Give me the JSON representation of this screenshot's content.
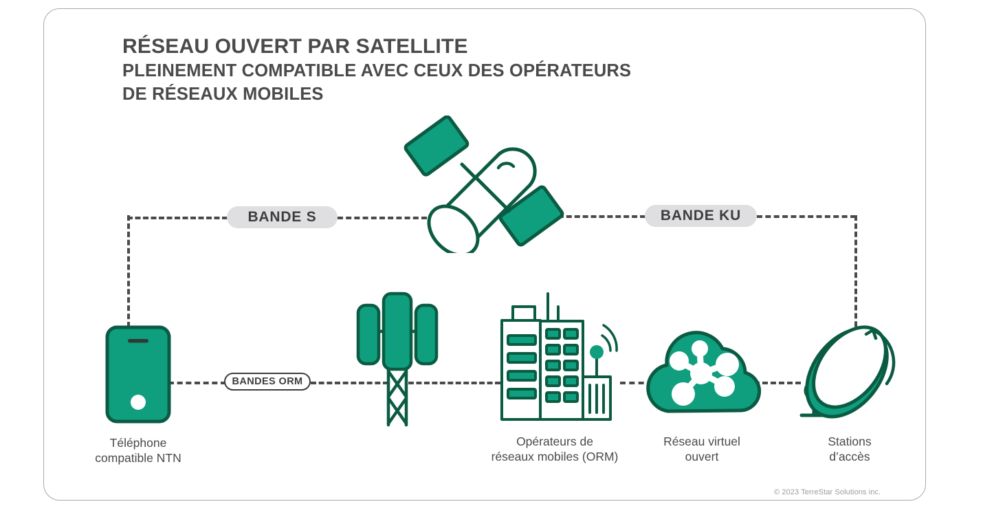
{
  "title": {
    "line1": "RÉSEAU OUVERT PAR SATELLITE",
    "line2": "PLEINEMENT COMPATIBLE AVEC CEUX DES OPÉRATEURS",
    "line3": "DE RÉSEAUX MOBILES"
  },
  "bands": {
    "s_band": "BANDE S",
    "ku_band": "BANDE KU",
    "mno_bands": "BANDES ORM"
  },
  "nodes": [
    {
      "id": "phone",
      "icon": "mobile-phone-icon",
      "caption": "Téléphone\ncompatible NTN"
    },
    {
      "id": "tower",
      "icon": "cell-tower-icon",
      "caption": ""
    },
    {
      "id": "orm",
      "icon": "city-buildings-icon",
      "caption": "Opérateurs de\nréseaux mobiles (ORM)"
    },
    {
      "id": "cloud",
      "icon": "network-cloud-icon",
      "caption": "Réseau virtuel\nouvert"
    },
    {
      "id": "station",
      "icon": "satellite-dish-icon",
      "caption": "Stations\nd’accès"
    },
    {
      "id": "satellite",
      "icon": "satellite-icon",
      "caption": ""
    }
  ],
  "footer": {
    "copyright": "© 2023 TerreStar Solutions inc."
  },
  "colors": {
    "teal": "#0f9e7e",
    "dark_green": "#0b5b43",
    "title_gray": "#4a4a4a",
    "dash_gray": "#4a4a4a",
    "pill_gray": "#dfdfe1",
    "card_border": "#a9a9ac",
    "copyright_gray": "#9b9b9e"
  }
}
